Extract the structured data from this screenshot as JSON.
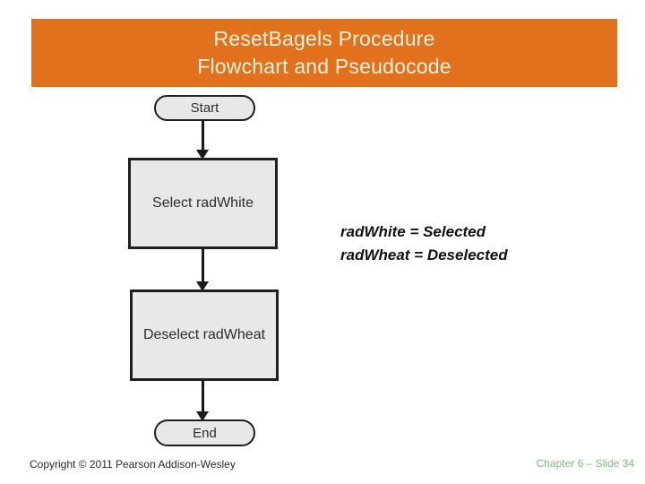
{
  "slide": {
    "header": {
      "title_line1": "ResetBagels Procedure",
      "title_line2": "Flowchart and Pseudocode"
    },
    "flowchart": {
      "nodes": [
        {
          "type": "terminator",
          "label": "Start"
        },
        {
          "type": "process",
          "label": "Select radWhite"
        },
        {
          "type": "process",
          "label": "Deselect radWheat"
        },
        {
          "type": "terminator",
          "label": "End"
        }
      ],
      "connectors": [
        {
          "from": "Start",
          "to": "Select radWhite",
          "shape": "arrow-down"
        },
        {
          "from": "Select radWhite",
          "to": "Deselect radWheat",
          "shape": "arrow-down"
        },
        {
          "from": "Deselect radWheat",
          "to": "End",
          "shape": "arrow-down"
        }
      ]
    },
    "annotation": {
      "lines": [
        "radWhite = Selected",
        "radWheat = Deselected"
      ]
    },
    "footer": {
      "copyright": "Copyright © 2011 Pearson Addison-Wesley",
      "chapter": "Chapter 6 – Slide 34"
    },
    "colors": {
      "header_bg": "#E2711D",
      "header_text": "#F7F1DC",
      "shape_fill": "#E8E8E8",
      "shape_border": "#1F1F1F",
      "arrow": "#1A1A1A",
      "annotation_text": "#111111",
      "copyright_text": "#2B2B2B",
      "chapter_text": "#85B585"
    }
  }
}
